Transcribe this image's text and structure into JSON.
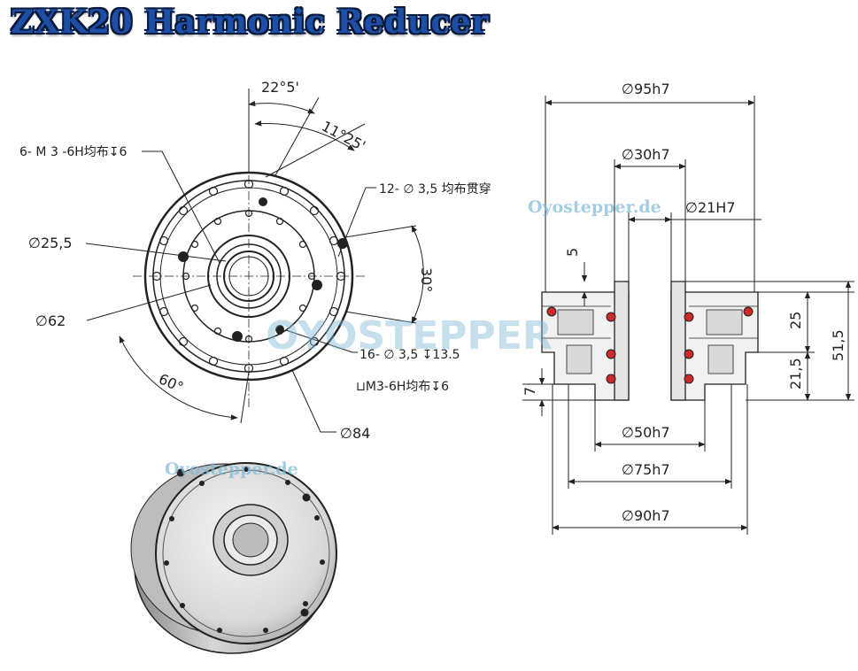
{
  "title": "ZXK20 Harmonic Reducer",
  "colors": {
    "title": "#1d4fa6",
    "line": "#222222",
    "watermark": "#7fb9d6"
  },
  "watermark": {
    "small": "Oyostepper.de",
    "big": "OYOSTEPPER"
  },
  "front_view": {
    "angle_top": "22°5'",
    "angle_right": "11°25'",
    "angle_side": "30°",
    "angle_bottom": "60°",
    "label_m3_holes": "6- M 3 -6H均布↧6",
    "label_d25": "∅25,5",
    "label_d62": "∅62",
    "label_12holes": "12- ∅ 3,5 均布贯穿",
    "label_16holes": "16- ∅ 3,5 ↧13.5",
    "label_16holes_b": "⊔M3-6H均布↧6",
    "label_d84": "∅84"
  },
  "section_view": {
    "d95": "∅95h7",
    "d30": "∅30h7",
    "d21": "∅21H7",
    "dim5": "5",
    "dim25": "25",
    "dim51": "51,5",
    "dim21": "21,5",
    "dim7": "7",
    "d50": "∅50h7",
    "d75": "∅75h7",
    "d90": "∅90h7"
  }
}
